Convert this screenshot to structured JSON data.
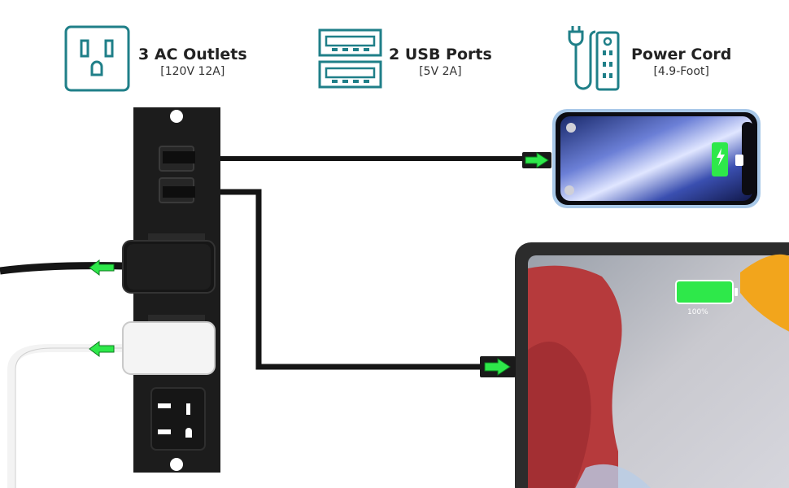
{
  "features": [
    {
      "title": "3 AC Outlets",
      "spec": "[120V 12A]",
      "icon": "ac-outlet-icon"
    },
    {
      "title": "2 USB Ports",
      "spec": "[5V 2A]",
      "icon": "usb-ports-icon"
    },
    {
      "title": "Power Cord",
      "spec": "[4.9-Foot]",
      "icon": "power-cord-icon"
    }
  ],
  "tablet": {
    "battery_label": "100%"
  },
  "colors": {
    "icon_teal": "#1f7f88",
    "charge_green": "#2ee84a",
    "strip_black": "#1c1c1c"
  }
}
